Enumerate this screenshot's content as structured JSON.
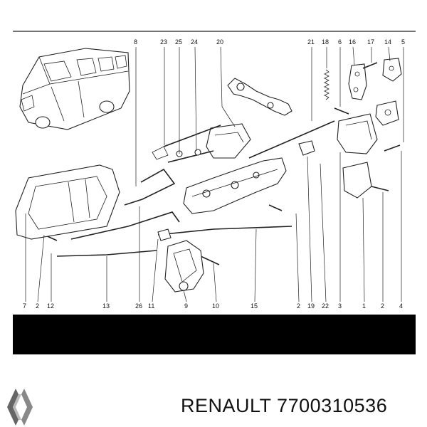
{
  "callouts_top": [
    {
      "id": "n8",
      "label": "8"
    },
    {
      "id": "n23",
      "label": "23"
    },
    {
      "id": "n25",
      "label": "25"
    },
    {
      "id": "n24",
      "label": "24"
    },
    {
      "id": "n20",
      "label": "20"
    },
    {
      "id": "n21",
      "label": "21"
    },
    {
      "id": "n18",
      "label": "18"
    },
    {
      "id": "n6",
      "label": "6"
    },
    {
      "id": "n16",
      "label": "16"
    },
    {
      "id": "n17",
      "label": "17"
    },
    {
      "id": "n14",
      "label": "14"
    },
    {
      "id": "n5",
      "label": "5"
    }
  ],
  "callouts_bottom": [
    {
      "id": "b7",
      "label": "7"
    },
    {
      "id": "b2a",
      "label": "2"
    },
    {
      "id": "b12",
      "label": "12"
    },
    {
      "id": "b13",
      "label": "13"
    },
    {
      "id": "b26",
      "label": "26"
    },
    {
      "id": "b11",
      "label": "11"
    },
    {
      "id": "b9",
      "label": "9"
    },
    {
      "id": "b10",
      "label": "10"
    },
    {
      "id": "b15",
      "label": "15"
    },
    {
      "id": "b2b",
      "label": "2"
    },
    {
      "id": "b19",
      "label": "19"
    },
    {
      "id": "b22",
      "label": "22"
    },
    {
      "id": "b3",
      "label": "3"
    },
    {
      "id": "b1",
      "label": "1"
    },
    {
      "id": "b2c",
      "label": "2"
    },
    {
      "id": "b4",
      "label": "4"
    }
  ],
  "brand": "RENAULT",
  "part_number": "7700310536",
  "colors": {
    "band": "#000000",
    "line": "#222222",
    "logo": "#555555"
  },
  "icons": {
    "logo": "renault-diamond-logo"
  }
}
